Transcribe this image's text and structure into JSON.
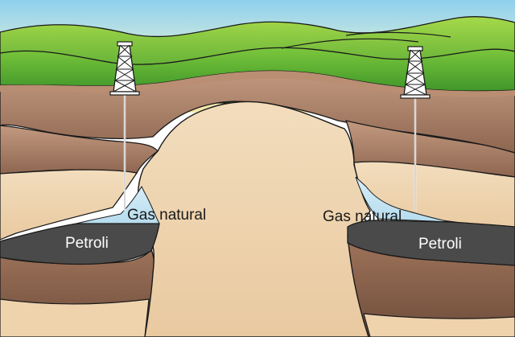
{
  "labels": {
    "gas_left": "Gas natural",
    "gas_right": "Gas natural",
    "oil_left": "Petroli",
    "oil_right": "Petroli"
  },
  "colors": {
    "sky_top": "#8fd0ee",
    "sky_bottom": "#f6e7a8",
    "hills_light": "#8fcf3a",
    "hills_dark": "#3f9a2c",
    "rock_brown": "#a97c63",
    "rock_brown_dark": "#7d5a45",
    "sand": "#efd3ad",
    "dome": "#e9c9a0",
    "gas": "#c9e6f3",
    "oil": "#4a4a4a"
  },
  "icons": [
    "drilling-rig-icon",
    "drilling-rig-icon"
  ]
}
